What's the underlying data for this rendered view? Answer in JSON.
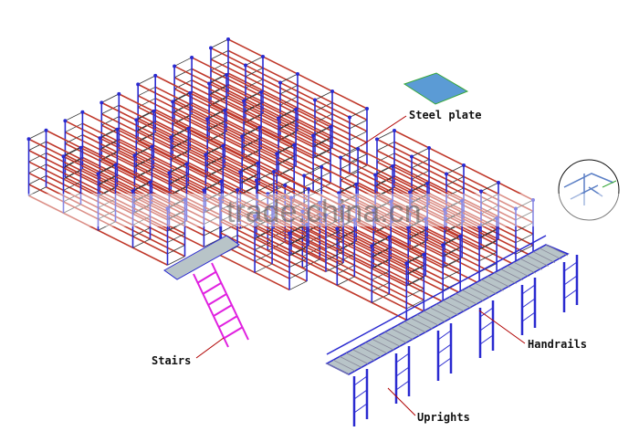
{
  "labels": {
    "steel_plate": "Steel plate",
    "stairs": "Stairs",
    "handrails": "Handrails",
    "uprights": "Uprights"
  },
  "watermark": "trade.china.cn",
  "colors": {
    "beam": "#c0392b",
    "upright": "#2a2ad0",
    "walkway": "#b8c4c8",
    "stairs": "#e020e0",
    "steel_plate": "#5b9bd5",
    "leader": "#b00000"
  }
}
